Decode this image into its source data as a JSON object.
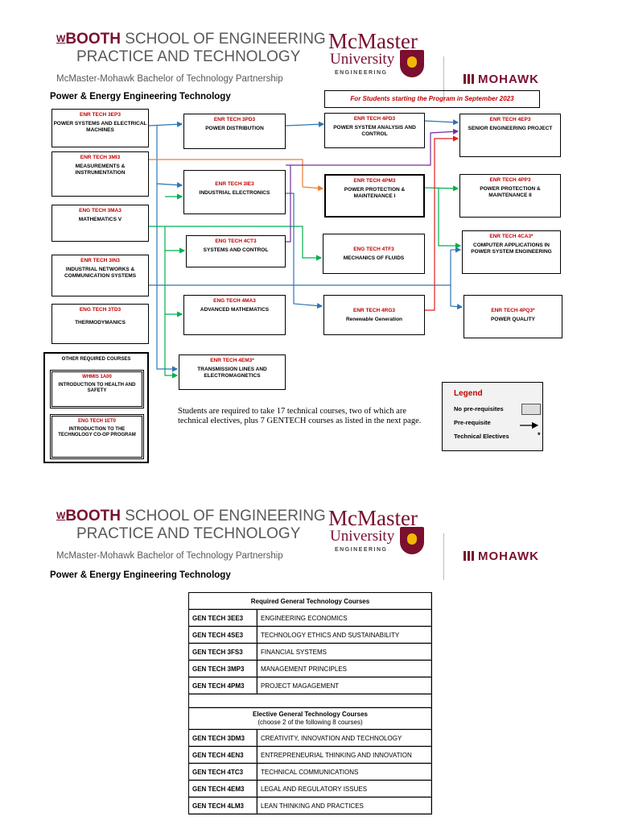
{
  "header": {
    "w_mark": "W",
    "booth_bold": "BOOTH",
    "booth_rest": " SCHOOL OF ENGINEERING",
    "booth_line2": "PRACTICE AND TECHNOLOGY",
    "partnership": "McMaster-Mohawk Bachelor of Technology Partnership",
    "mcmaster": "McMaster",
    "university": "University",
    "engineering": "ENGINEERING",
    "mohawk": "MOHAWK"
  },
  "program_title": "Power & Energy Engineering Technology",
  "banner": "For Students starting the Program in September 2023",
  "courses": {
    "c3ep3": {
      "code": "ENR TECH 3EP3",
      "name": "POWER SYSTEMS AND ELECTRICAL MACHINES"
    },
    "c3mi3": {
      "code": "ENR TECH 3MI3",
      "name": "MEASUREMENTS & INSTRUMENTATION"
    },
    "c3ma3": {
      "code": "ENG TECH 3MA3",
      "name": "MATHEMATICS V"
    },
    "c3in3": {
      "code": "ENR TECH 3IN3",
      "name": "INDUSTRIAL NETWORKS & COMMUNICATION SYSTEMS"
    },
    "c3td3": {
      "code": "ENG TECH 3TD3",
      "name": "THERMODYMANICS"
    },
    "c3pd3": {
      "code": "ENR TECH 3PD3",
      "name": "POWER DISTRIBUTION"
    },
    "c3ie3": {
      "code": "ENR TECH 3IE3",
      "name": "INDUSTRIAL ELECTRONICS"
    },
    "c4ct3": {
      "code": "ENG TECH 4CT3",
      "name": "SYSTEMS AND CONTROL"
    },
    "c4ma3": {
      "code": "ENG TECH 4MA3",
      "name": "ADVANCED MATHEMATICS"
    },
    "c4em3": {
      "code": "ENR TECH 4EM3*",
      "name": "TRANSMISSION LINES AND ELECTROMAGNETICS"
    },
    "c4pd3": {
      "code": "ENR TECH 4PD3",
      "name": "POWER SYSTEM ANALYSIS AND CONTROL"
    },
    "c4pm3": {
      "code": "ENR TECH 4PM3",
      "name": "POWER PROTECTION & MAINTENANCE I"
    },
    "c4tf3": {
      "code": "ENG TECH 4TF3",
      "name": "MECHANICS OF FLUIDS"
    },
    "c4rg3": {
      "code": "ENR TECH 4RG3",
      "name": "Renewable Generation"
    },
    "c4ep3": {
      "code": "ENR TECH 4EP3",
      "name": "SENIOR ENGINEERING PROJECT"
    },
    "c4pp3": {
      "code": "ENR TECH 4PP3",
      "name": "POWER PROTECTION & MAINTENANCE II"
    },
    "c4ca3": {
      "code": "ENR TECH 4CA3*",
      "name": "COMPUTER APPLICATIONS IN POWER SYSTEM ENGINEERING"
    },
    "c4pq3": {
      "code": "ENR TECH 4PQ3*",
      "name": "POWER QUALITY"
    }
  },
  "other_required": {
    "heading": "OTHER REQUIRED COURSES",
    "whmis": {
      "code": "WHMIS 1A00",
      "name": "INTRODUCTION TO HEALTH AND SAFETY"
    },
    "coop": {
      "code": "ENG TECH 1ET0",
      "name": "INTRODUCTION TO THE TECHNOLOGY CO-OP PROGRAM"
    }
  },
  "note": "Students are required to take 17 technical courses, two of which are technical electives, plus 7 GENTECH courses as listed in the next page.",
  "legend": {
    "title": "Legend",
    "no_prereq": "No pre-requisites",
    "prereq": "Pre-requisite",
    "electives": "Technical Electives",
    "star": "*"
  },
  "required_table": {
    "heading": "Required General Technology Courses",
    "rows": [
      {
        "code": "GEN TECH 3EE3",
        "name": "ENGINEERING ECONOMICS"
      },
      {
        "code": "GEN TECH 4SE3",
        "name": "TECHNOLOGY ETHICS AND SUSTAINABILITY"
      },
      {
        "code": "GEN TECH 3FS3",
        "name": "FINANCIAL SYSTEMS"
      },
      {
        "code": "GEN TECH 3MP3",
        "name": "MANAGEMENT PRINCIPLES"
      },
      {
        "code": "GEN TECH 4PM3",
        "name": "PROJECT MAGAGEMENT"
      }
    ]
  },
  "elective_table": {
    "heading": "Elective General Technology Courses",
    "subheading": "(choose 2 of the following 8 courses)",
    "rows": [
      {
        "code": "GEN TECH 3DM3",
        "name": "CREATIVITY, INNOVATION AND TECHNOLOGY"
      },
      {
        "code": "GEN TECH 4EN3",
        "name": "ENTREPRENEURIAL THINKING AND INNOVATION"
      },
      {
        "code": "GEN TECH 4TC3",
        "name": "TECHNICAL COMMUNICATIONS"
      },
      {
        "code": "GEN TECH 4EM3",
        "name": "LEGAL AND REGULATORY ISSUES"
      },
      {
        "code": "GEN TECH 4LM3",
        "name": "LEAN THINKING AND PRACTICES"
      }
    ]
  },
  "colors": {
    "red": "#c00000",
    "maroon": "#7a0f2e",
    "blue": "#2e75b6",
    "orange": "#ed7d31",
    "green": "#00b050",
    "purple": "#7030a0",
    "arrow_red": "#e02020"
  }
}
